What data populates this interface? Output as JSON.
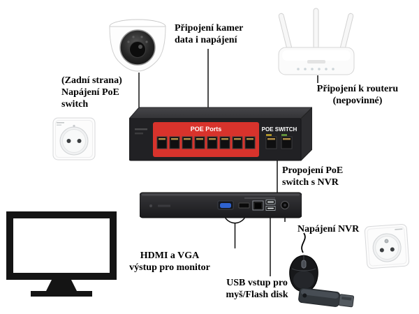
{
  "labels": {
    "camera_connection": "Připojení kamer\ndata i napájení",
    "switch_back_power": "(Zadní strana)\nNapájení PoE\nswitch",
    "router_connection": "Připojení k routeru\n(nepovinné)",
    "switch_nvr_link": "Propojení PoE\nswitch s NVR",
    "nvr_power": "Napájení NVR",
    "monitor_output": "HDMI a VGA\nvýstup pro monitor",
    "usb_input": "USB vstup pro\nmyš/Flash disk"
  },
  "poe_switch": {
    "ports_label": "POE Ports",
    "name_label": "POE SWITCH",
    "poe_ports": 8,
    "uplink_ports": 2
  },
  "devices": [
    {
      "name": "dome-camera"
    },
    {
      "name": "wifi-router"
    },
    {
      "name": "poe-switch"
    },
    {
      "name": "power-outlet-left"
    },
    {
      "name": "nvr-recorder"
    },
    {
      "name": "monitor"
    },
    {
      "name": "computer-mouse"
    },
    {
      "name": "usb-flash-drive"
    },
    {
      "name": "power-outlet-right"
    }
  ],
  "colors": {
    "switch_red": "#d8332c",
    "switch_body": "#212124",
    "connector_line": "#000000",
    "vga_blue": "#2f63d0",
    "background": "#ffffff"
  }
}
